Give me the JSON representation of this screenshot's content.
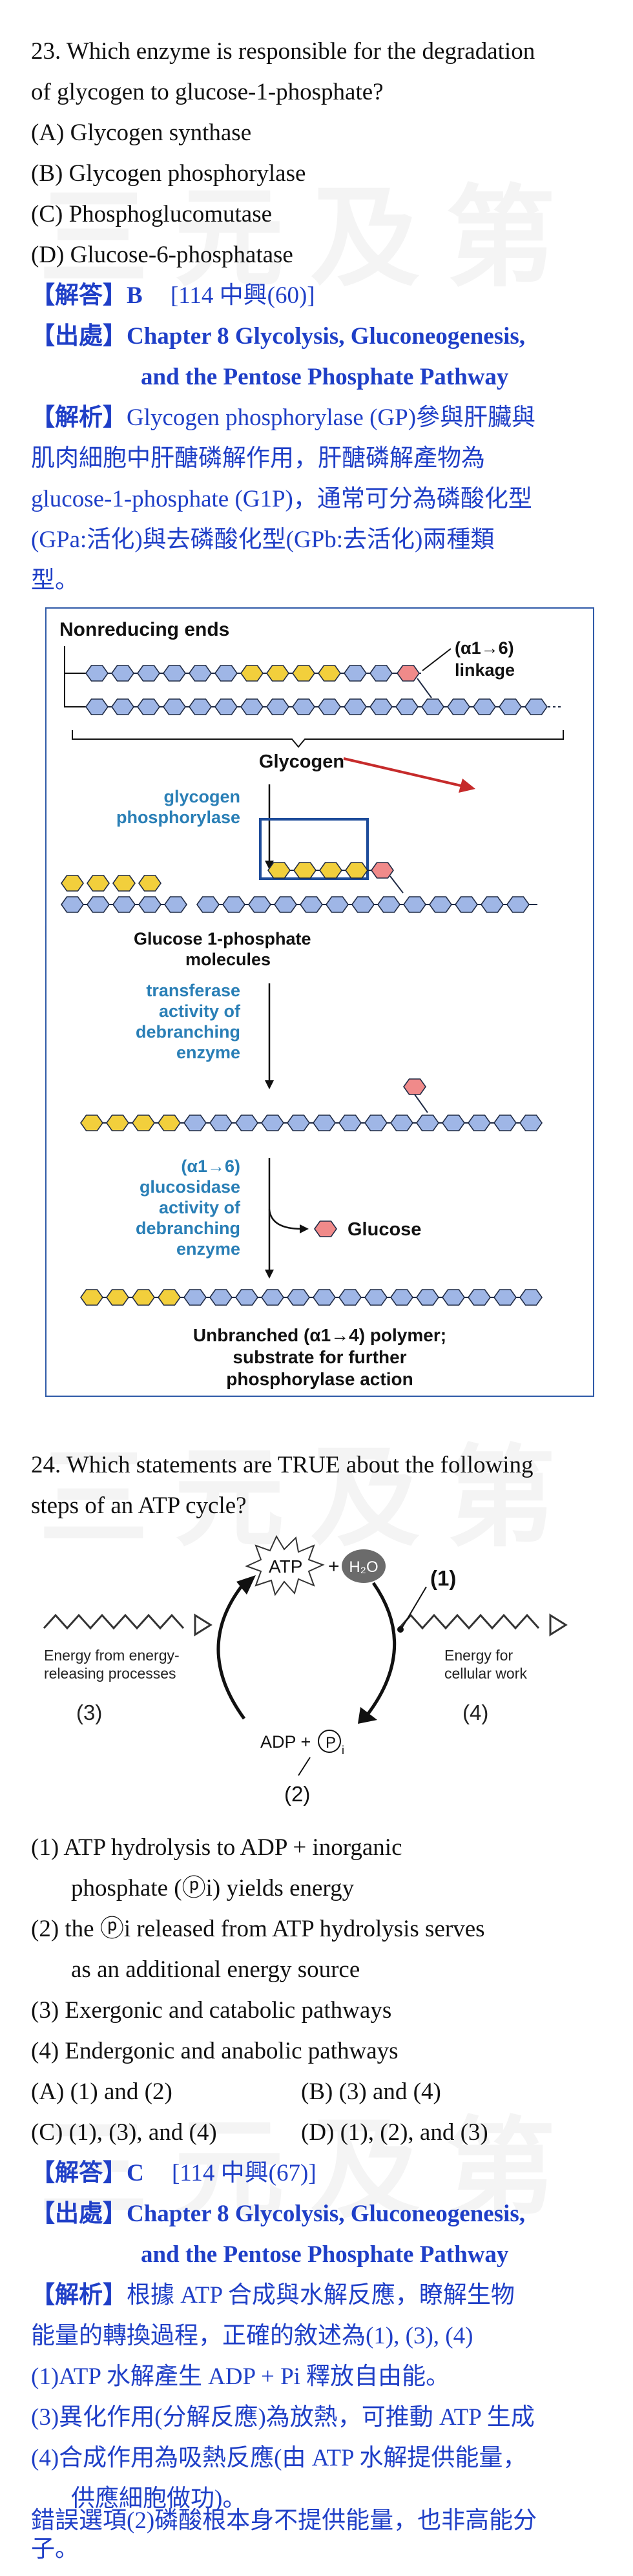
{
  "q23": {
    "stem_line1": "23. Which enzyme is responsible for the degradation",
    "stem_line2": "of glycogen to glucose-1-phosphate?",
    "options": [
      "(A) Glycogen synthase",
      "(B) Glycogen phosphorylase",
      "(C) Phosphoglucomutase",
      "(D) Glucose-6-phosphatase"
    ],
    "answer_tag": "【解答】",
    "answer": "B",
    "answer_src": "[114 中興(60)]",
    "source_tag": "【出處】",
    "source_line1": "Chapter 8 Glycolysis, Gluconeogenesis,",
    "source_line2": "and the Pentose Phosphate Pathway",
    "expl_tag": "【解析】",
    "expl_lines": [
      "Glycogen phosphorylase (GP)參與肝臟與",
      "肌肉細胞中肝醣磷解作用，肝醣磷解產物為",
      "glucose-1-phosphate (G1P)，通常可分為磷酸化型",
      "(GPa:活化)與去磷酸化型(GPb:去活化)兩種類",
      "型。"
    ],
    "figure": {
      "nonreducing": "Nonreducing ends",
      "linkage1": "(α1→6)",
      "linkage2": "linkage",
      "glycogen": "Glycogen",
      "gp1": "glycogen",
      "gp2": "phosphorylase",
      "g1p1": "Glucose 1-phosphate",
      "g1p2": "molecules",
      "tr1": "transferase",
      "tr2": "activity of",
      "tr3": "debranching",
      "tr4": "enzyme",
      "gl1": "(α1→6)",
      "gl2": "glucosidase",
      "gl3": "activity of",
      "gl4": "debranching",
      "gl5": "enzyme",
      "glucose": "Glucose",
      "ub1": "Unbranched (α1→4) polymer;",
      "ub2": "substrate for further",
      "ub3": "phosphorylase action",
      "colors": {
        "blue_hex": "#9fb6e6",
        "yellow_hex": "#f2cf3c",
        "red_hex": "#f08a8a",
        "label_blue": "#2a7fb6"
      }
    }
  },
  "q24": {
    "stem_line1": "24. Which statements are TRUE about the following",
    "stem_line2": "steps of an ATP cycle?",
    "figure": {
      "atp": "ATP",
      "plus1": "+",
      "h2o": "H₂O",
      "n1": "(1)",
      "n2": "(2)",
      "n3": "(3)",
      "n4": "(4)",
      "left1": "Energy from energy-",
      "left2": "releasing processes",
      "right1": "Energy for",
      "right2": "cellular work",
      "adp": "ADP +",
      "pi": "P",
      "pi_sub": "i"
    },
    "statements": [
      [
        "(1) ATP hydrolysis to ADP + inorganic",
        "phosphate (ⓟi) yields energy"
      ],
      [
        "(2) the  ⓟi released from ATP hydrolysis serves",
        "as an additional energy source"
      ],
      [
        "(3) Exergonic and catabolic pathways"
      ],
      [
        "(4) Endergonic and anabolic pathways"
      ]
    ],
    "options": [
      "(A) (1) and (2)",
      "(B) (3) and (4)",
      "(C) (1), (3), and (4)",
      "(D) (1), (2), and (3)"
    ],
    "answer_tag": "【解答】",
    "answer": "C",
    "answer_src": "[114 中興(67)]",
    "source_tag": "【出處】",
    "source_line1": "Chapter 8 Glycolysis, Gluconeogenesis,",
    "source_line2": "and the Pentose Phosphate Pathway",
    "expl_tag": "【解析】",
    "expl_lines": [
      "根據 ATP 合成與水解反應，瞭解生物",
      "能量的轉換過程，正確的敘述為(1), (3), (4)",
      "(1)ATP 水解產生 ADP + Pi 釋放自由能。",
      "(3)異化作用(分解反應)為放熱，可推動 ATP 生成",
      "(4)合成作用為吸熱反應(由 ATP 水解提供能量，",
      "供應細胞做功)。",
      "錯誤選項(2)磷酸根本身不提供能量，也非高能分",
      "子。"
    ]
  },
  "watermark": "三元及第"
}
